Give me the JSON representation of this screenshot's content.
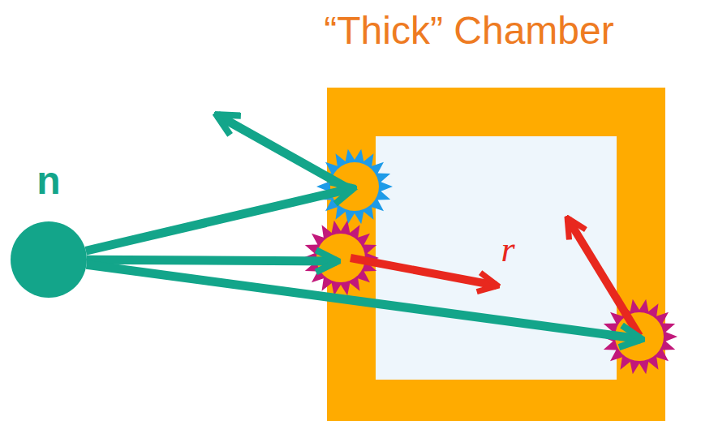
{
  "diagram": {
    "nodes": [
      {
        "text": [
          "n"
        ]
      },
      {
        "text": [
          "“Thick” Chamber"
        ]
      }
    ],
    "edges": [
      {
        "from": 0,
        "to": 1,
        "arrow": "to"
      },
      {
        "from": 0,
        "to": 1,
        "arrow": "to"
      },
      {
        "from": 0,
        "to": 1,
        "arrow": "to"
      }
    ],
    "labels": [
      "r"
    ]
  }
}
